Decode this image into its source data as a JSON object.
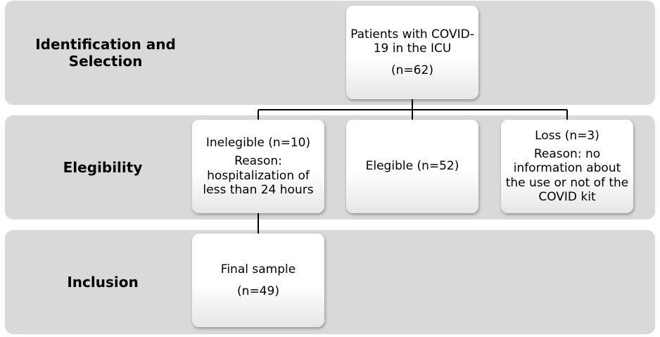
{
  "sections": {
    "identification": "Identification and Selection",
    "eligibility": "Elegibility",
    "inclusion": "Inclusion"
  },
  "boxes": {
    "patients": {
      "title": "Patients with COVID-19 in the ICU",
      "count": "(n=62)"
    },
    "ineligible": {
      "title": "Inelegible (n=10)",
      "reason": "Reason: hospitalization of less than 24 hours"
    },
    "eligible": {
      "title": "Elegible (n=52)"
    },
    "loss": {
      "title": "Loss (n=3)",
      "reason": "Reason: no information about the use or not of the COVID kit"
    },
    "final": {
      "title": "Final sample",
      "count": "(n=49)"
    }
  }
}
